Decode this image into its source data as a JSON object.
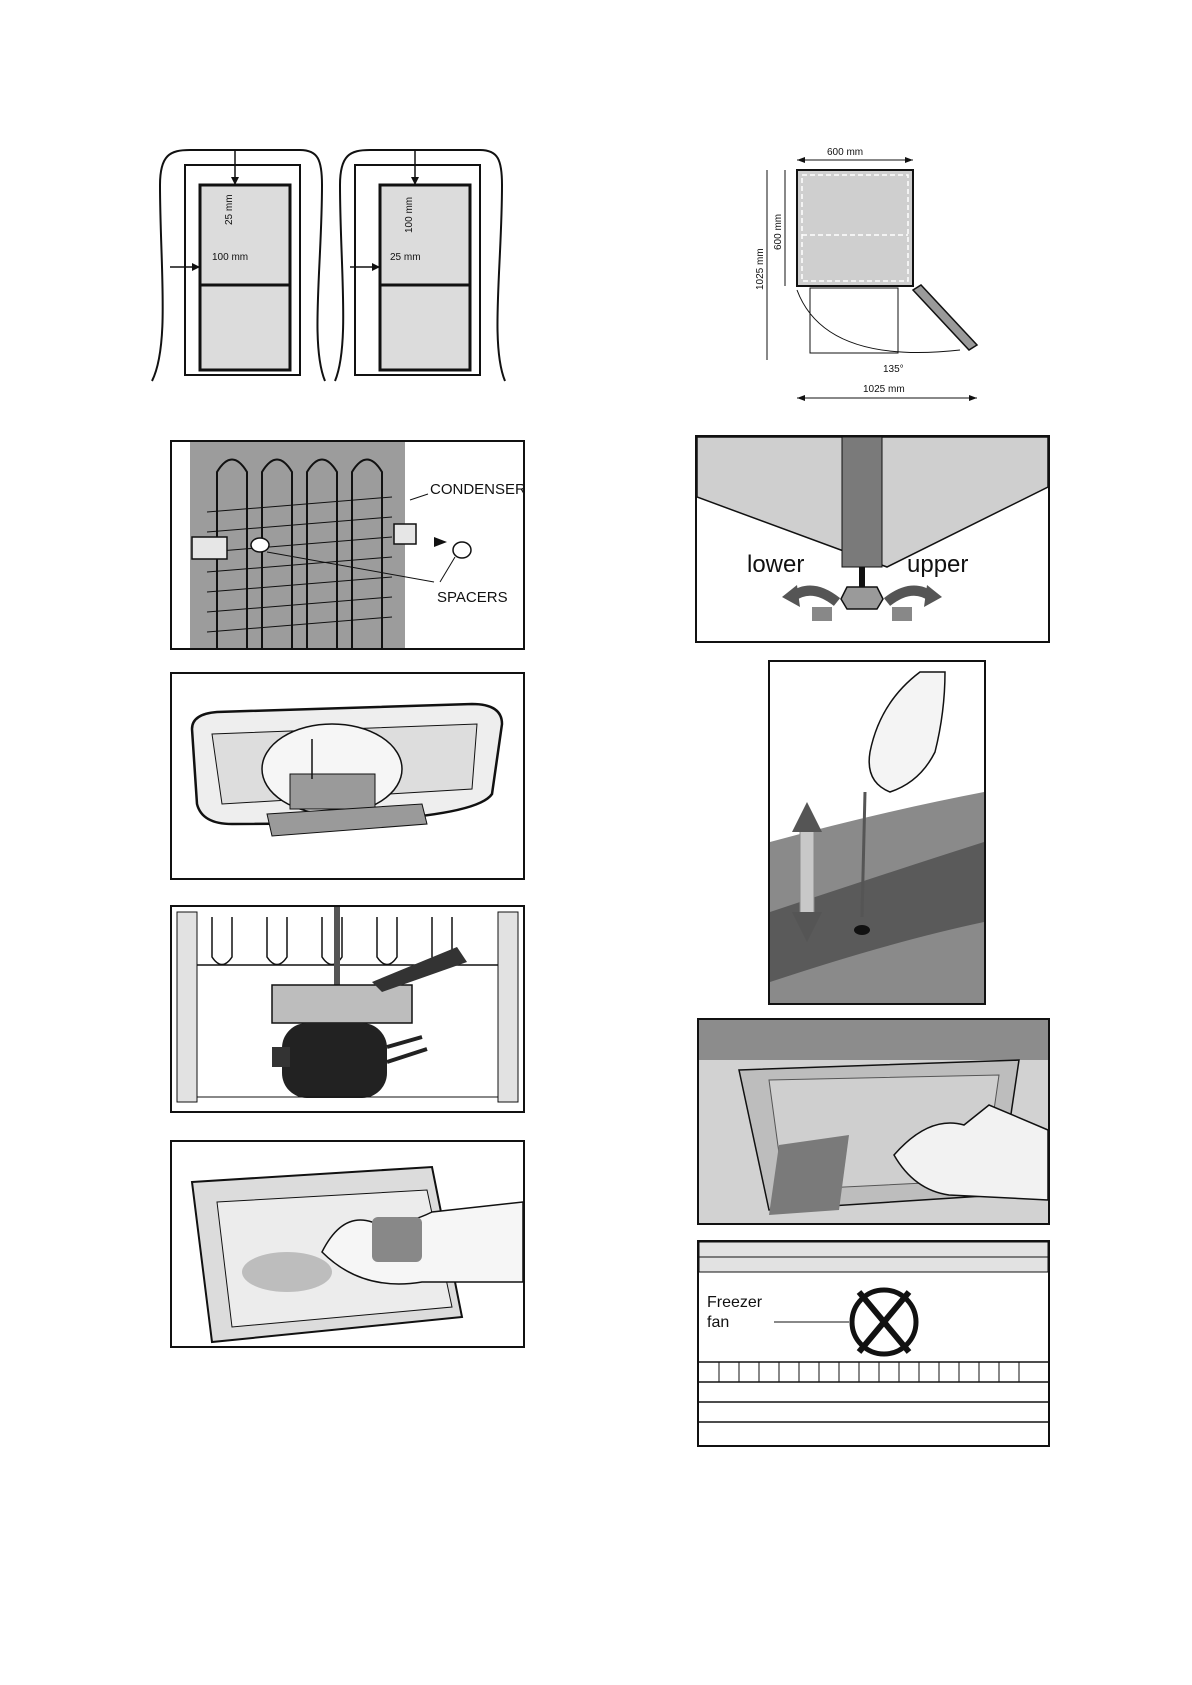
{
  "figures": {
    "clearance": {
      "left_side": "100 mm",
      "left_top": "25 mm",
      "right_side": "25 mm",
      "right_top": "100 mm"
    },
    "door_plan": {
      "width": "600 mm",
      "depth": "600 mm",
      "total_depth": "1025 mm",
      "angle": "135°",
      "swing_width": "1025 mm"
    },
    "condenser": {
      "condenser_label": "CONDENSER",
      "spacers_label": "SPACERS"
    },
    "leveling": {
      "lower_label": "lower",
      "upper_label": "upper"
    },
    "fan": {
      "fan_label_line1": "Freezer",
      "fan_label_line2": "fan"
    }
  },
  "colors": {
    "line": "#111111",
    "panel_gray": "#bdbdbd",
    "light_gray": "#dcdcdc",
    "dark_gray": "#5a5a5a"
  }
}
